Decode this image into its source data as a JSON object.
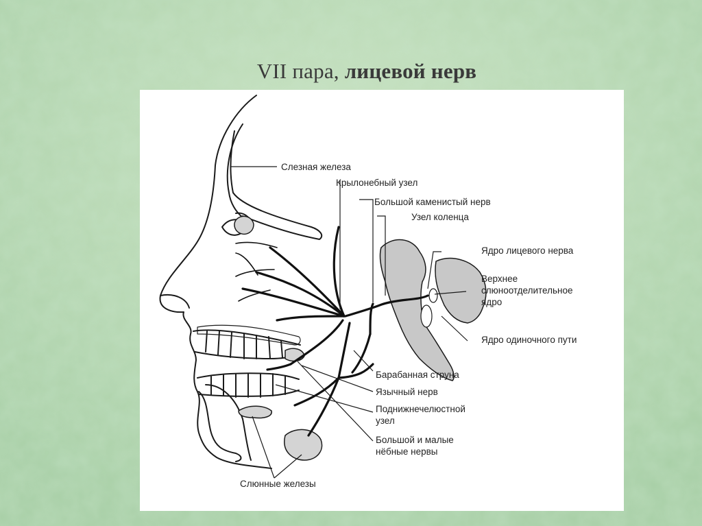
{
  "slide": {
    "title_prefix": "VII пара,",
    "title_bold": "лицевой нерв"
  },
  "colors": {
    "background": "#b6d6ae",
    "figure_background": "#ffffff",
    "line": "#1a1a1a",
    "shade": "#c8c8c8"
  },
  "figure": {
    "labels": {
      "lacrimal_gland": "Слезная железа",
      "pterygopalatine_ganglion": "Крылонебный узел",
      "greater_petrosal_nerve": "Большой каменистый нерв",
      "geniculate_ganglion": "Узел коленца",
      "facial_nucleus": "Ядро лицевого нерва",
      "superior_salivatory_line1": "Верхнее",
      "superior_salivatory_line2": "слюноотделительное",
      "superior_salivatory_line3": "ядро",
      "solitary_nucleus": "Ядро одиночного пути",
      "chorda_tympani": "Барабанная струна",
      "lingual_nerve": "Язычный нерв",
      "submandibular_ganglion_line1": "Поднижнечелюстной",
      "submandibular_ganglion_line2": "узел",
      "palatine_nerves_line1": "Большой и малые",
      "palatine_nerves_line2": "нёбные нервы",
      "salivary_glands": "Слюнные железы"
    }
  }
}
